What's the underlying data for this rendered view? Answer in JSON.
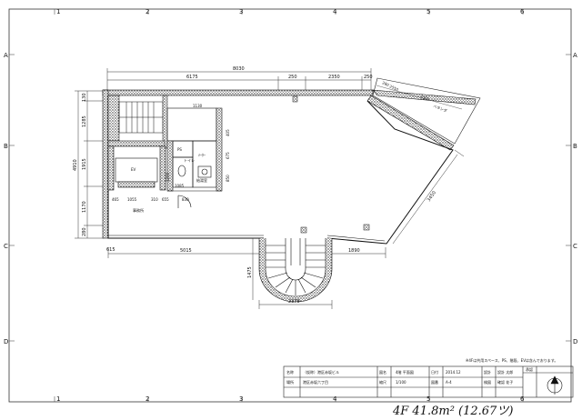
{
  "grid": {
    "columns": [
      "1",
      "2",
      "3",
      "4",
      "5",
      "6"
    ],
    "rows": [
      "A",
      "B",
      "C",
      "D"
    ]
  },
  "dimensions": {
    "overall_top": "8030",
    "top_a": "6175",
    "top_b": "250",
    "top_c": "2350",
    "top_d": "250",
    "left_total": "4910",
    "left_1": "1285",
    "left_2": "1915",
    "left_3": "1170",
    "left_4": "280",
    "left_top": "130",
    "left_bottom": "615",
    "bottom_left": "5015",
    "bottom_right": "1890",
    "stair_width": "2370",
    "stair_depth": "1475",
    "wc_a": "1130",
    "wc_b": "465",
    "wc_c": "1055",
    "wc_d": "310",
    "wc_e": "655",
    "wc_f": "830",
    "mid_a": "405",
    "mid_b": "675",
    "mid_c": "850",
    "mid_d": "1200",
    "diag_a": "3450",
    "diag_b": "2550",
    "diag_c": "280",
    "diag_d": "1085",
    "right_a": "2300"
  },
  "rooms": {
    "ev": "EV",
    "ps": "PS",
    "toilet": "トイレ",
    "kitchen": "給湯室",
    "meter": "ﾒｰﾀｰ",
    "room_label": "事務所",
    "veranda": "ベランダ"
  },
  "note": "※4Fは共用スペース、PS、階段、EVは含んでおります。",
  "title_block": {
    "label_name": "名称",
    "name": "（仮称）港区赤坂ビル",
    "label_place": "場所",
    "place": "港区赤坂六丁目",
    "label_title": "図名",
    "title": "4階 平面図",
    "label_scale": "縮尺",
    "scale": "1/100",
    "label_date": "日付",
    "date": "2014.12",
    "label_no": "図番",
    "no": "A-4",
    "label_design": "設計",
    "design": "設計 太郎",
    "label_check": "検図",
    "check": "確認 花子",
    "label_approval": "承認"
  },
  "handwritten": "4F  41.8m²  (12.67ツ)"
}
